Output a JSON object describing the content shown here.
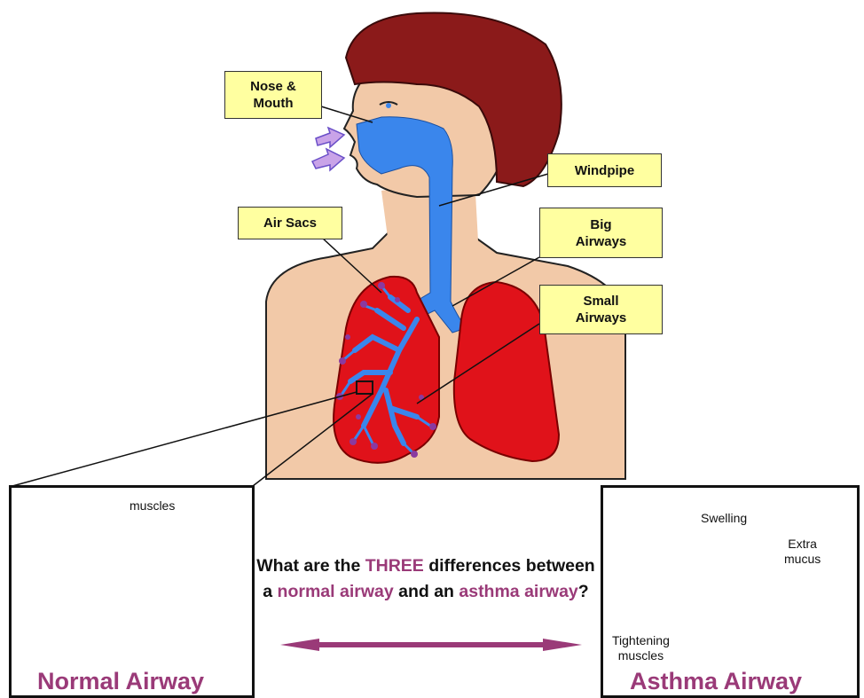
{
  "labels": {
    "nose_mouth": "Nose &\nMouth",
    "windpipe": "Windpipe",
    "air_sacs": "Air Sacs",
    "big_airways": "Big\nAirways",
    "small_airways": "Small\nAirways"
  },
  "normal_panel": {
    "title": "Normal Airway",
    "muscles_label": "muscles"
  },
  "asthma_panel": {
    "title": "Asthma Airway",
    "swelling_label": "Swelling",
    "extra_mucus_label": "Extra\nmucus",
    "tightening_label": "Tightening\nmuscles"
  },
  "question": {
    "part1": "What are the ",
    "highlight1": "THREE",
    "part2": " differences between a ",
    "highlight2": "normal airway",
    "part3": " and an ",
    "highlight3": "asthma airway",
    "part4": "?"
  },
  "colors": {
    "skin": "#f2c9a8",
    "hair": "#8b1a1a",
    "lung": "#e0121a",
    "airway": "#3a86ec",
    "label_bg": "#ffffa0",
    "accent": "#9a3a78",
    "muscle": "#6a4fc8"
  }
}
